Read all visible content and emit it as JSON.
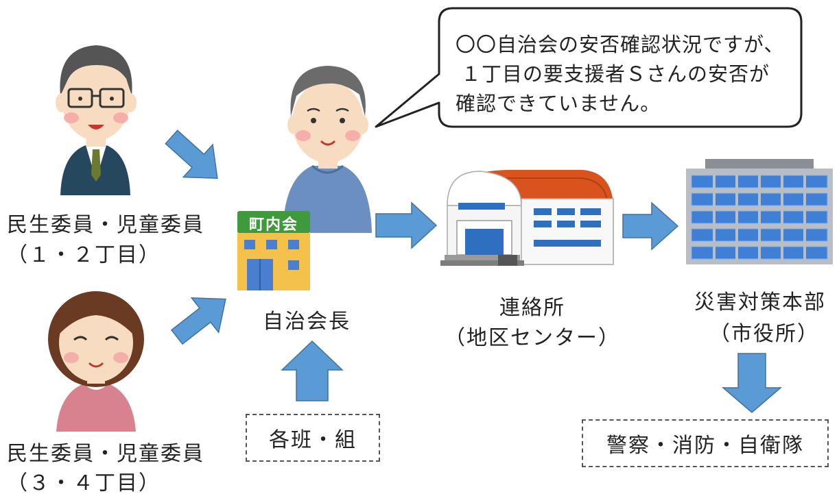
{
  "nodes": {
    "minsei_1": {
      "line1": "民生委員・児童委員",
      "line2": "（１・２丁目）"
    },
    "minsei_2": {
      "line1": "民生委員・児童委員",
      "line2": "（３・４丁目）"
    },
    "chairman": {
      "label": "自治会長",
      "sign": "町内会"
    },
    "groups": {
      "label": "各班・組"
    },
    "liaison": {
      "line1": "連絡所",
      "line2": "（地区センター）"
    },
    "hq": {
      "line1": "災害対策本部",
      "line2": "（市役所）"
    },
    "agencies": {
      "label": "警察・消防・自衛隊"
    }
  },
  "speech": {
    "lines": [
      "〇〇自治会の安否確認状況ですが、",
      "１丁目の要支援者Ｓさんの安否が",
      "確認できていません。"
    ]
  },
  "colors": {
    "arrow": "#5b9bd5",
    "arrow_stroke": "#41719c",
    "roof": "#d9531e",
    "sign": "#3e9a3a",
    "building_body": "#f4c24b"
  },
  "icons": {
    "man": "elderly-man-suit-icon",
    "woman": "elderly-woman-icon",
    "chairman": "man-sweater-icon",
    "hall": "community-hall-icon",
    "center": "district-center-icon",
    "cityhall": "city-hall-icon"
  }
}
